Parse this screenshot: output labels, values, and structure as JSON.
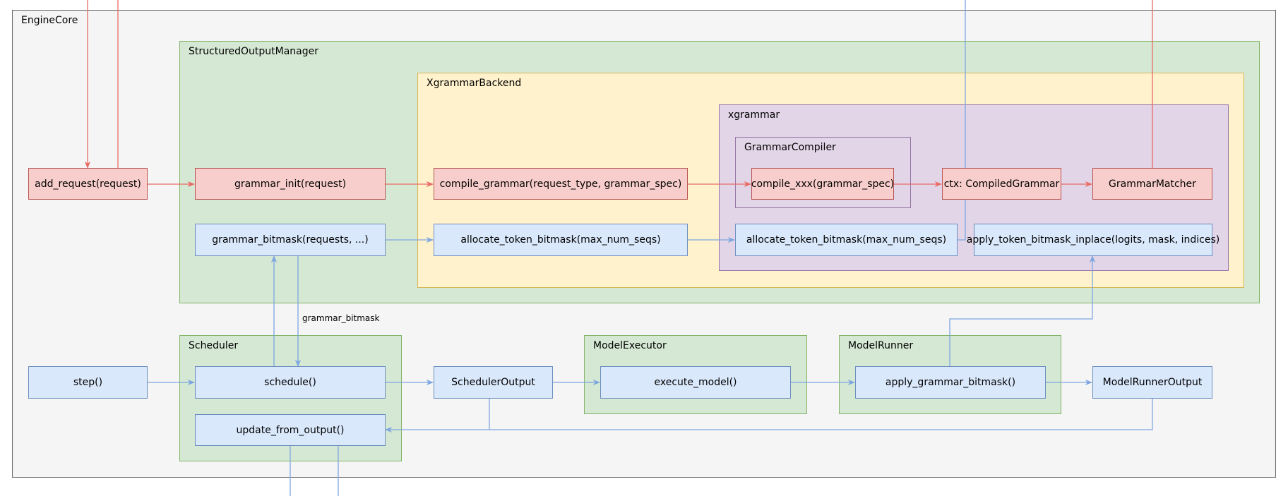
{
  "groups": {
    "engine_core": "EngineCore",
    "structured_output_manager": "StructuredOutputManager",
    "xgrammar_backend": "XgrammarBackend",
    "xgrammar": "xgrammar",
    "grammar_compiler": "GrammarCompiler",
    "scheduler": "Scheduler",
    "model_executor": "ModelExecutor",
    "model_runner": "ModelRunner"
  },
  "nodes": {
    "add_request": "add_request(request)",
    "grammar_init": "grammar_init(request)",
    "compile_grammar": "compile_grammar(request_type, grammar_spec)",
    "compile_xxx": "compile_xxx(grammar_spec)",
    "ctx_compiled": "ctx: CompiledGrammar",
    "grammar_matcher": "GrammarMatcher",
    "grammar_bitmask": "grammar_bitmask(requests, ...)",
    "allocate_bitmask_backend": "allocate_token_bitmask(max_num_seqs)",
    "allocate_bitmask_xg": "allocate_token_bitmask(max_num_seqs)",
    "apply_bitmask_inplace": "apply_token_bitmask_inplace(logits, mask, indices)",
    "step": "step()",
    "schedule": "schedule()",
    "scheduler_output": "SchedulerOutput",
    "execute_model": "execute_model()",
    "apply_grammar_bitmask": "apply_grammar_bitmask()",
    "model_runner_output": "ModelRunnerOutput",
    "update_from_output": "update_from_output()"
  },
  "edge_labels": {
    "grammar_bitmask": "grammar_bitmask"
  },
  "colors": {
    "red_fill": "#f8cecc",
    "red_stroke": "#ea6b66",
    "blue_fill": "#dae8fc",
    "blue_stroke": "#7ea6e0",
    "green_fill": "#d5e8d4",
    "yellow_fill": "#fff2cc",
    "purple_fill": "#e1d5e7"
  }
}
